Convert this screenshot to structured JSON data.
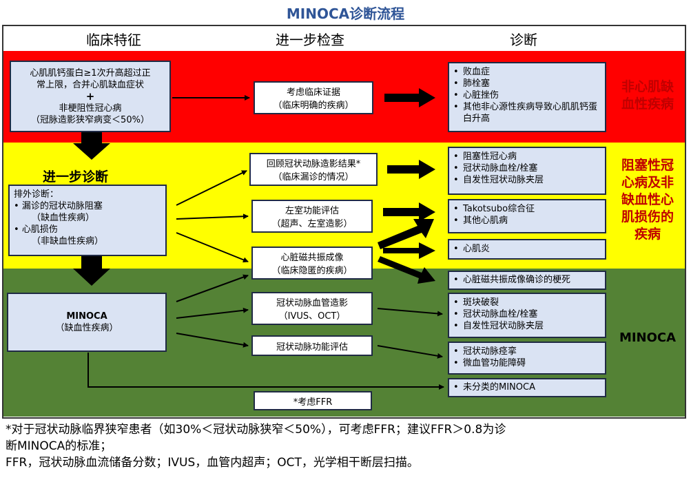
{
  "title": "MINOCA诊断流程",
  "headers": {
    "clinical": "临床特征",
    "further": "进一步检查",
    "diagnosis": "诊断"
  },
  "colors": {
    "red": "#ff0000",
    "yellow": "#ffff00",
    "green": "#548235",
    "box_fill": "#dae3f3",
    "title": "#2f5597",
    "label_red": "#c00000"
  },
  "red_band": {
    "criteria": {
      "line1": "心肌肌钙蛋白≥1次升高超过正",
      "line2": "常上限，合并心肌缺血症状",
      "plus": "+",
      "line3": "非梗阻性冠心病",
      "line4": "（冠脉造影狭窄病变＜50%）"
    },
    "check": {
      "line1": "考虑临床证据",
      "line2": "（临床明确的疾病）"
    },
    "dx": [
      "败血症",
      "肺栓塞",
      "心脏挫伤",
      "其他非心源性疾病导致心肌肌钙蛋白升高"
    ],
    "label": {
      "line1": "非心肌缺",
      "line2": "血性疾病"
    }
  },
  "yellow_band": {
    "further_dx": "进一步诊断",
    "exclude": {
      "title": "排外诊断：",
      "item1": "漏诊的冠状动脉阻塞",
      "item1_sub": "（缺血性疾病）",
      "item2": "心肌损伤",
      "item2_sub": "（非缺血性疾病）"
    },
    "check1": {
      "line1": "回顾冠状动脉造影结果*",
      "line2": "（临床漏诊的情况）"
    },
    "check2": {
      "line1": "左室功能评估",
      "line2": "（超声、左室造影）"
    },
    "check3": {
      "line1": "心脏磁共振成像",
      "line2": "（临床隐匿的疾病）"
    },
    "dx1": [
      "阻塞性冠心病",
      "冠状动脉血栓/栓塞",
      "自发性冠状动脉夹层"
    ],
    "dx2": [
      "Takotsubo综合征",
      "其他心肌病"
    ],
    "dx3": [
      "心肌炎"
    ],
    "label": {
      "line1": "阻塞性冠",
      "line2": "心病及非",
      "line3": "缺血性心",
      "line4": "肌损伤的",
      "line5": "疾病"
    }
  },
  "green_band": {
    "minoca": {
      "line1": "MINOCA",
      "line2": "（缺血性疾病）"
    },
    "check4": {
      "line1": "冠状动脉血管造影",
      "line2": "（IVUS、OCT）"
    },
    "check5": {
      "line1": "冠状动脉功能评估"
    },
    "ffr": "*考虑FFR",
    "dx4": [
      "心脏磁共振成像确诊的梗死"
    ],
    "dx5": [
      "斑块破裂",
      "冠状动脉血栓/栓塞",
      "自发性冠状动脉夹层"
    ],
    "dx6": [
      "冠状动脉痉挛",
      "微血管功能障碍"
    ],
    "dx7": [
      "未分类的MINOCA"
    ],
    "label": "MINOCA"
  },
  "footnote": {
    "line1": "*对于冠状动脉临界狭窄患者（如30%＜冠状动脉狭窄＜50%），可考虑FFR；建议FFR＞0.8为诊",
    "line2": "断MINOCA的标准；",
    "line3": "FFR，冠状动脉血流储备分数；IVUS，血管内超声；OCT，光学相干断层扫描。"
  }
}
